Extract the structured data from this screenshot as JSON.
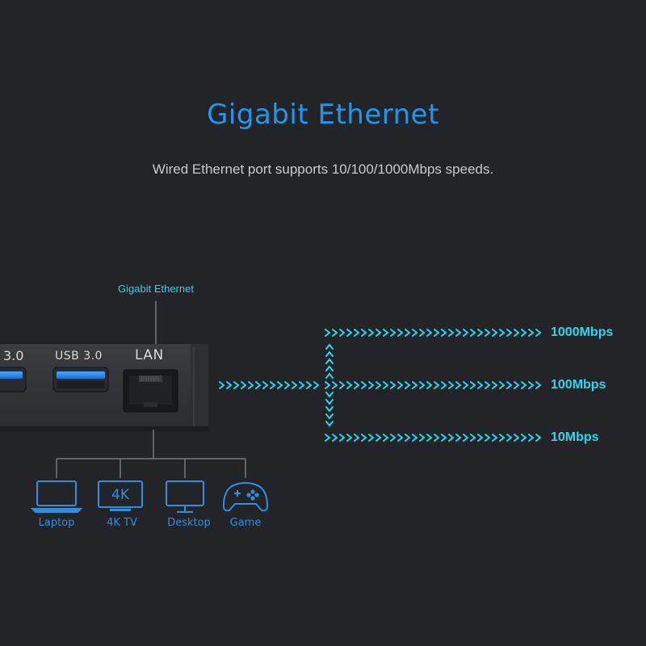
{
  "header": {
    "title": "Gigabit Ethernet",
    "subtitle": "Wired Ethernet port supports 10/100/1000Mbps speeds."
  },
  "device": {
    "callout_label": "Gigabit Ethernet",
    "ports": {
      "partial_usb_label": "3.0",
      "usb_label": "USB 3.0",
      "lan_label": "LAN"
    }
  },
  "speeds": [
    {
      "label": "1000Mbps"
    },
    {
      "label": "100Mbps"
    },
    {
      "label": "10Mbps"
    }
  ],
  "devices": [
    {
      "label": "Laptop",
      "icon": "laptop-icon"
    },
    {
      "label": "4K TV",
      "icon": "tv-icon",
      "screen_text": "4K"
    },
    {
      "label": "Desktop",
      "icon": "desktop-icon"
    },
    {
      "label": "Game",
      "icon": "gamepad-icon"
    }
  ],
  "colors": {
    "background": "#232427",
    "title": "#1e97ee",
    "accent_cyan": "#28d8ec",
    "device_blue": "#2d8fe0",
    "line_gray": "#8a8c90"
  }
}
